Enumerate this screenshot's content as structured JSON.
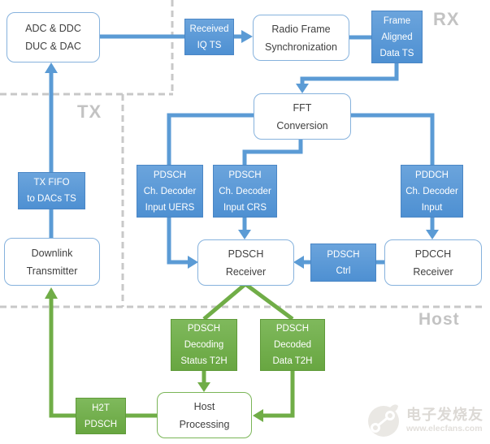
{
  "regions": {
    "rx": "RX",
    "tx": "TX",
    "host": "Host"
  },
  "nodes": {
    "adc": {
      "lines": [
        "ADC & DDC",
        "DUC & DAC"
      ]
    },
    "received_iq": {
      "lines": [
        "Received",
        "IQ TS"
      ]
    },
    "radio_sync": {
      "lines": [
        "Radio Frame",
        "Synchronization"
      ]
    },
    "frame_aligned": {
      "lines": [
        "Frame",
        "Aligned",
        "Data TS"
      ]
    },
    "fft": {
      "lines": [
        "FFT",
        "Conversion"
      ]
    },
    "uers": {
      "lines": [
        "PDSCH",
        "Ch. Decoder",
        "Input UERS"
      ]
    },
    "crs": {
      "lines": [
        "PDSCH",
        "Ch. Decoder",
        "Input CRS"
      ]
    },
    "pddch_in": {
      "lines": [
        "PDDCH",
        "Ch. Decoder",
        "Input"
      ]
    },
    "pdsch_rx": {
      "lines": [
        "PDSCH",
        "Receiver"
      ]
    },
    "pdsch_ctrl": {
      "lines": [
        "PDSCH",
        "Ctrl"
      ]
    },
    "pdcch_rx": {
      "lines": [
        "PDCCH",
        "Receiver"
      ]
    },
    "tx_fifo": {
      "lines": [
        "TX FIFO",
        "to DACs TS"
      ]
    },
    "downlink": {
      "lines": [
        "Downlink",
        "Transmitter"
      ]
    },
    "decoding_status": {
      "lines": [
        "PDSCH",
        "Decoding",
        "Status T2H"
      ]
    },
    "decoded_data": {
      "lines": [
        "PDSCH",
        "Decoded",
        "Data T2H"
      ]
    },
    "host_proc": {
      "lines": [
        "Host",
        "Processing"
      ]
    },
    "h2t": {
      "lines": [
        "H2T",
        "PDSCH"
      ]
    }
  },
  "watermark": {
    "brand": "电子发烧友",
    "site": "www.elecfans.com"
  },
  "colors": {
    "flow_blue": "#5B9BD5",
    "flow_green": "#70AD47",
    "region_label_gray": "#C3C3C3",
    "dash_gray": "#C8C8C8"
  }
}
